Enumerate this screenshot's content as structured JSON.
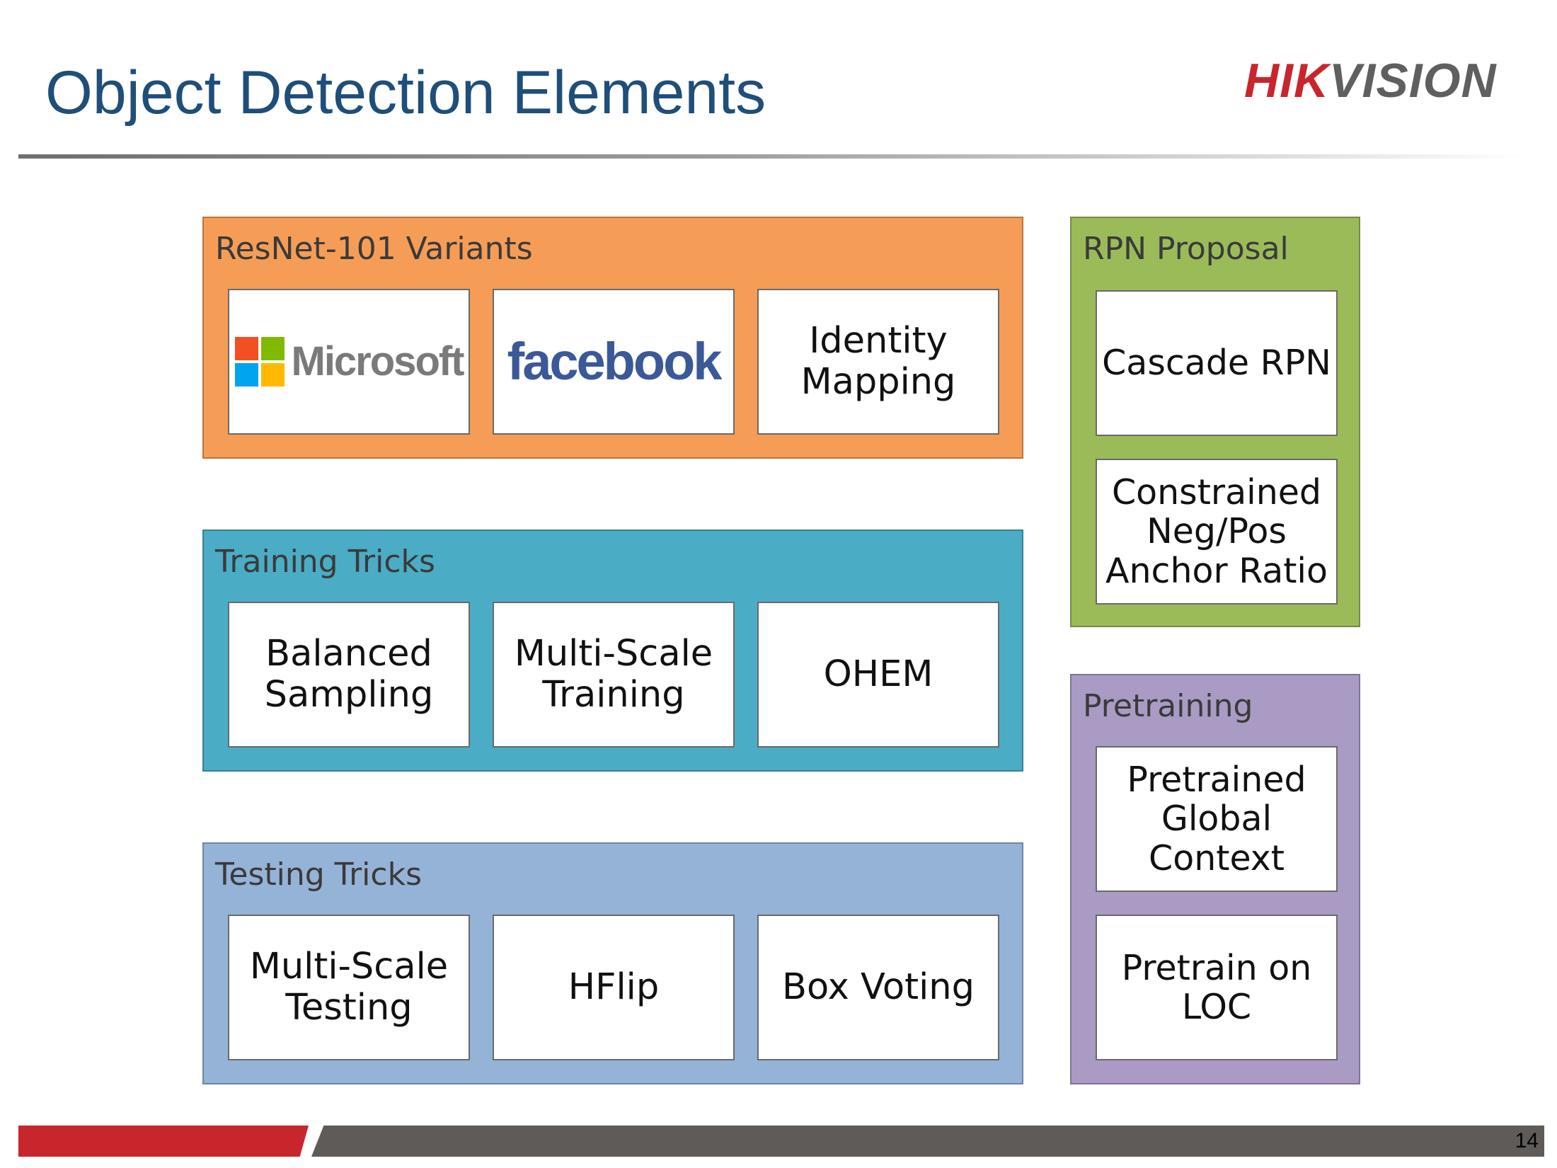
{
  "slide": {
    "title": "Object Detection Elements",
    "page_number": "14"
  },
  "brand": {
    "name_red": "HIK",
    "name_gray": "VISION"
  },
  "colors": {
    "title": "#1f4e79",
    "resnet_group": "#f59d56",
    "training_group": "#4bacc6",
    "testing_group": "#95b3d7",
    "rpn_group": "#9bbb59",
    "pretraining_group": "#a99bc3",
    "footer_red": "#c8262c",
    "footer_gray": "#5f5b59"
  },
  "groups": {
    "resnet": {
      "label": "ResNet-101 Variants",
      "microsoft": {
        "word": "Microsoft",
        "icon": "windows-four-squares-icon"
      },
      "facebook": {
        "word": "facebook"
      },
      "identity": "Identity\nMapping"
    },
    "training": {
      "label": "Training Tricks",
      "items": [
        "Balanced\nSampling",
        "Multi-Scale\nTraining",
        "OHEM"
      ]
    },
    "testing": {
      "label": "Testing Tricks",
      "items": [
        "Multi-Scale\nTesting",
        "HFlip",
        "Box Voting"
      ]
    },
    "rpn": {
      "label": "RPN Proposal",
      "items": [
        "Cascade RPN",
        "Constrained\nNeg/Pos\nAnchor Ratio"
      ]
    },
    "pretraining": {
      "label": "Pretraining",
      "items": [
        "Pretrained\nGlobal\nContext",
        "Pretrain on\nLOC"
      ]
    }
  }
}
